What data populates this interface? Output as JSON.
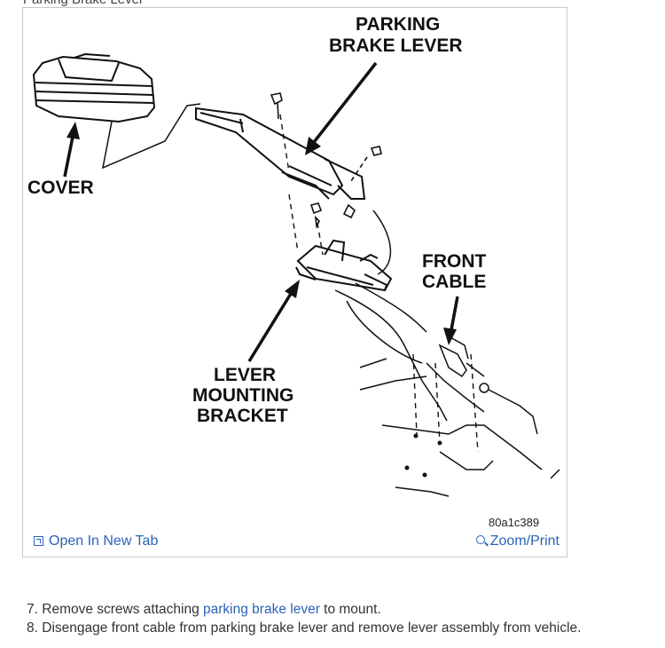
{
  "caption": "Parking Brake Lever",
  "figure": {
    "labels": {
      "parking_brake_lever_line1": "PARKING",
      "parking_brake_lever_line2": "BRAKE LEVER",
      "cover": "COVER",
      "front_cable_line1": "FRONT",
      "front_cable_line2": "CABLE",
      "lever_bracket_line1": "LEVER",
      "lever_bracket_line2": "MOUNTING",
      "lever_bracket_line3": "BRACKET"
    },
    "image_code": "80a1c389"
  },
  "toolbar": {
    "open_new_tab": "Open In New Tab",
    "zoom_print": "Zoom/Print"
  },
  "steps": [
    {
      "number": "7.",
      "before": "Remove screws attaching ",
      "link": "parking brake lever",
      "after": " to mount."
    },
    {
      "number": "8.",
      "text": "Disengage front cable from parking brake lever and remove lever assembly from vehicle."
    }
  ]
}
